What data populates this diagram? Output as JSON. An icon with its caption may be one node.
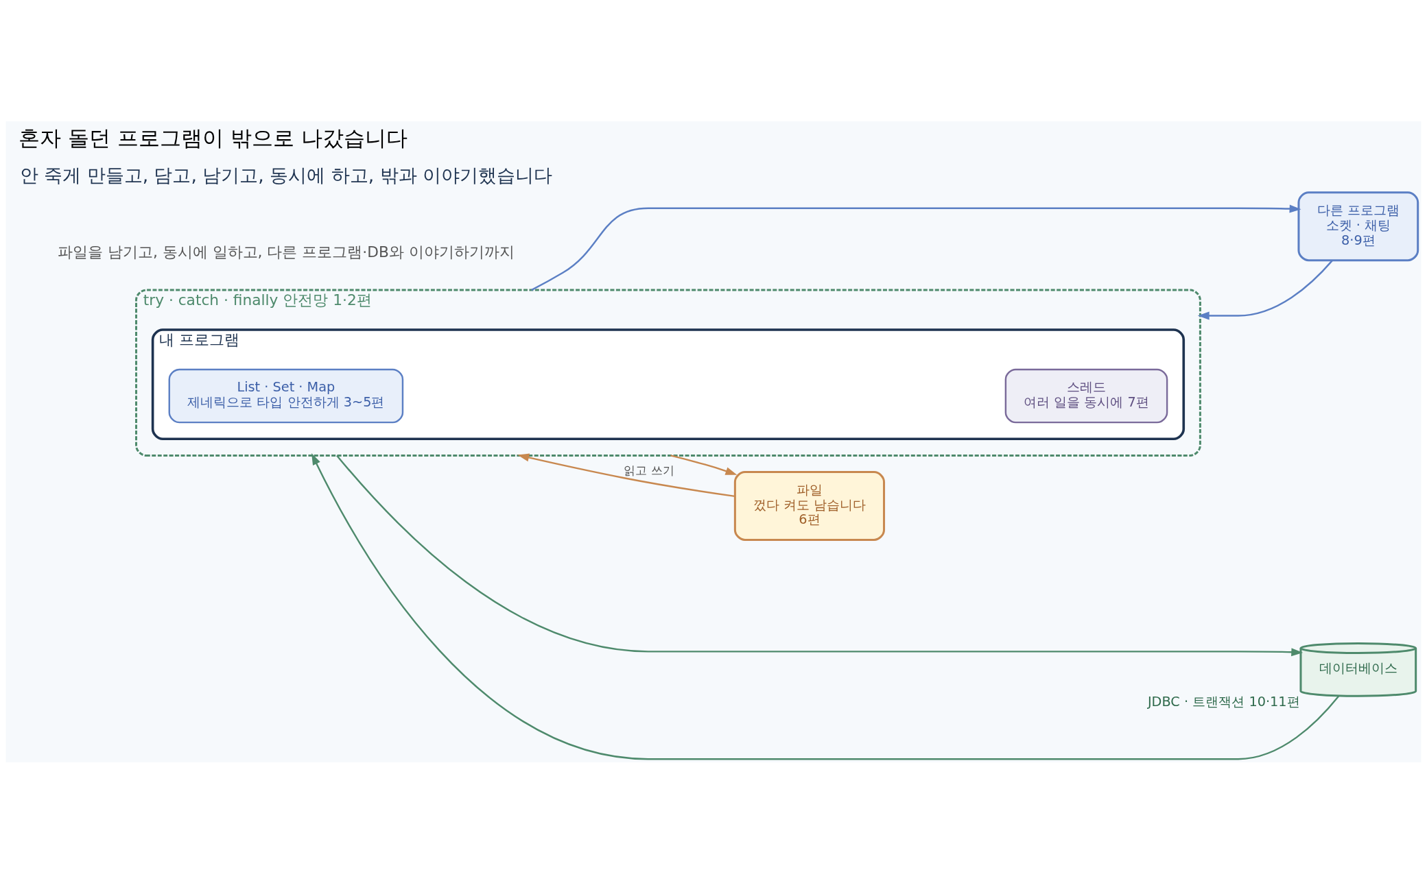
{
  "diagram": {
    "title": "혼자 돌던 프로그램이 밖으로 나갔습니다",
    "caption": "안 죽게 만들고, 담고, 남기고, 동시에 하고, 밖과 이야기했습니다",
    "nodes": [
      {
        "text": [
          "try · catch · finally 안전망 1·2편"
        ]
      },
      {
        "text": [
          "내 프로그램"
        ],
        "in": 0
      },
      {
        "text": [
          "List · Set · Map",
          "제네릭으로 타입 안전하게 3~5편"
        ],
        "in": 1
      },
      {
        "text": [
          "스레드",
          "여러 일을 동시에 7편"
        ],
        "in": 1
      },
      {
        "text": [
          "파일",
          "껐다 켜도 남습니다",
          "6편"
        ]
      },
      {
        "text": [
          "다른 프로그램",
          "소켓 · 채팅",
          "8·9편"
        ]
      },
      {
        "text": [
          "데이터베이스"
        ],
        "beside": [
          "JDBC · 트랜잭션 10·11편"
        ]
      }
    ],
    "edges": [
      {
        "from": 0,
        "to": 4,
        "arrow": "to",
        "color": "#c8884f"
      },
      {
        "from": 4,
        "to": 0,
        "arrow": "to",
        "label": "읽고 쓰기",
        "color": "#c8884f"
      },
      {
        "from": 0,
        "to": 5,
        "arrow": "to",
        "color": "#5b7fc4"
      },
      {
        "from": 5,
        "to": 0,
        "arrow": "to",
        "color": "#5b7fc4"
      },
      {
        "from": 0,
        "to": 6,
        "arrow": "to",
        "color": "#4e8a6c"
      },
      {
        "from": 6,
        "to": 0,
        "arrow": "to",
        "color": "#4e8a6c"
      }
    ],
    "labels": [
      "파일을 남기고, 동시에 일하고, 다른 프로그램·DB와 이야기하기까지"
    ]
  }
}
